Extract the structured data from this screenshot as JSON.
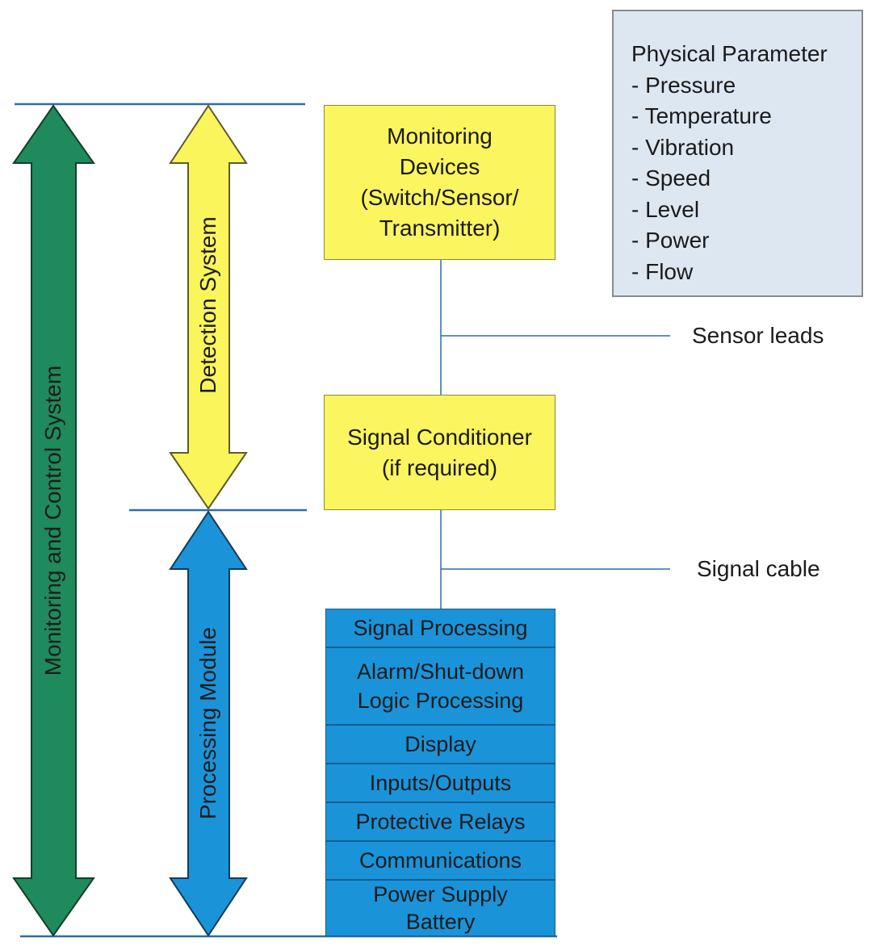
{
  "legend": {
    "title": "Physical Parameter",
    "items": [
      "- Pressure",
      "- Temperature",
      "- Vibration",
      "- Speed",
      "- Level",
      "- Power",
      "- Flow"
    ]
  },
  "monitoring_devices": {
    "line1": "Monitoring",
    "line2": "Devices",
    "line3": "(Switch/Sensor/",
    "line4": "Transmitter)"
  },
  "signal_conditioner": {
    "line1": "Signal Conditioner",
    "line2": "(if required)"
  },
  "processing_stack": [
    {
      "lines": [
        "Signal Processing"
      ]
    },
    {
      "lines": [
        "Alarm/Shut-down",
        "Logic Processing"
      ]
    },
    {
      "lines": [
        "Display"
      ]
    },
    {
      "lines": [
        "Inputs/Outputs"
      ]
    },
    {
      "lines": [
        "Protective Relays"
      ]
    },
    {
      "lines": [
        "Communications"
      ]
    },
    {
      "lines": [
        "Power Supply",
        "Battery"
      ]
    }
  ],
  "connectors": {
    "sensor_leads": "Sensor leads",
    "signal_cable": "Signal cable"
  },
  "arrows": {
    "monitoring_control": {
      "label": "Monitoring and Control System",
      "color": "#1f8a5c"
    },
    "detection": {
      "label": "Detection System",
      "color": "#f9f55b"
    },
    "processing": {
      "label": "Processing Module",
      "color": "#1a93d9"
    }
  }
}
